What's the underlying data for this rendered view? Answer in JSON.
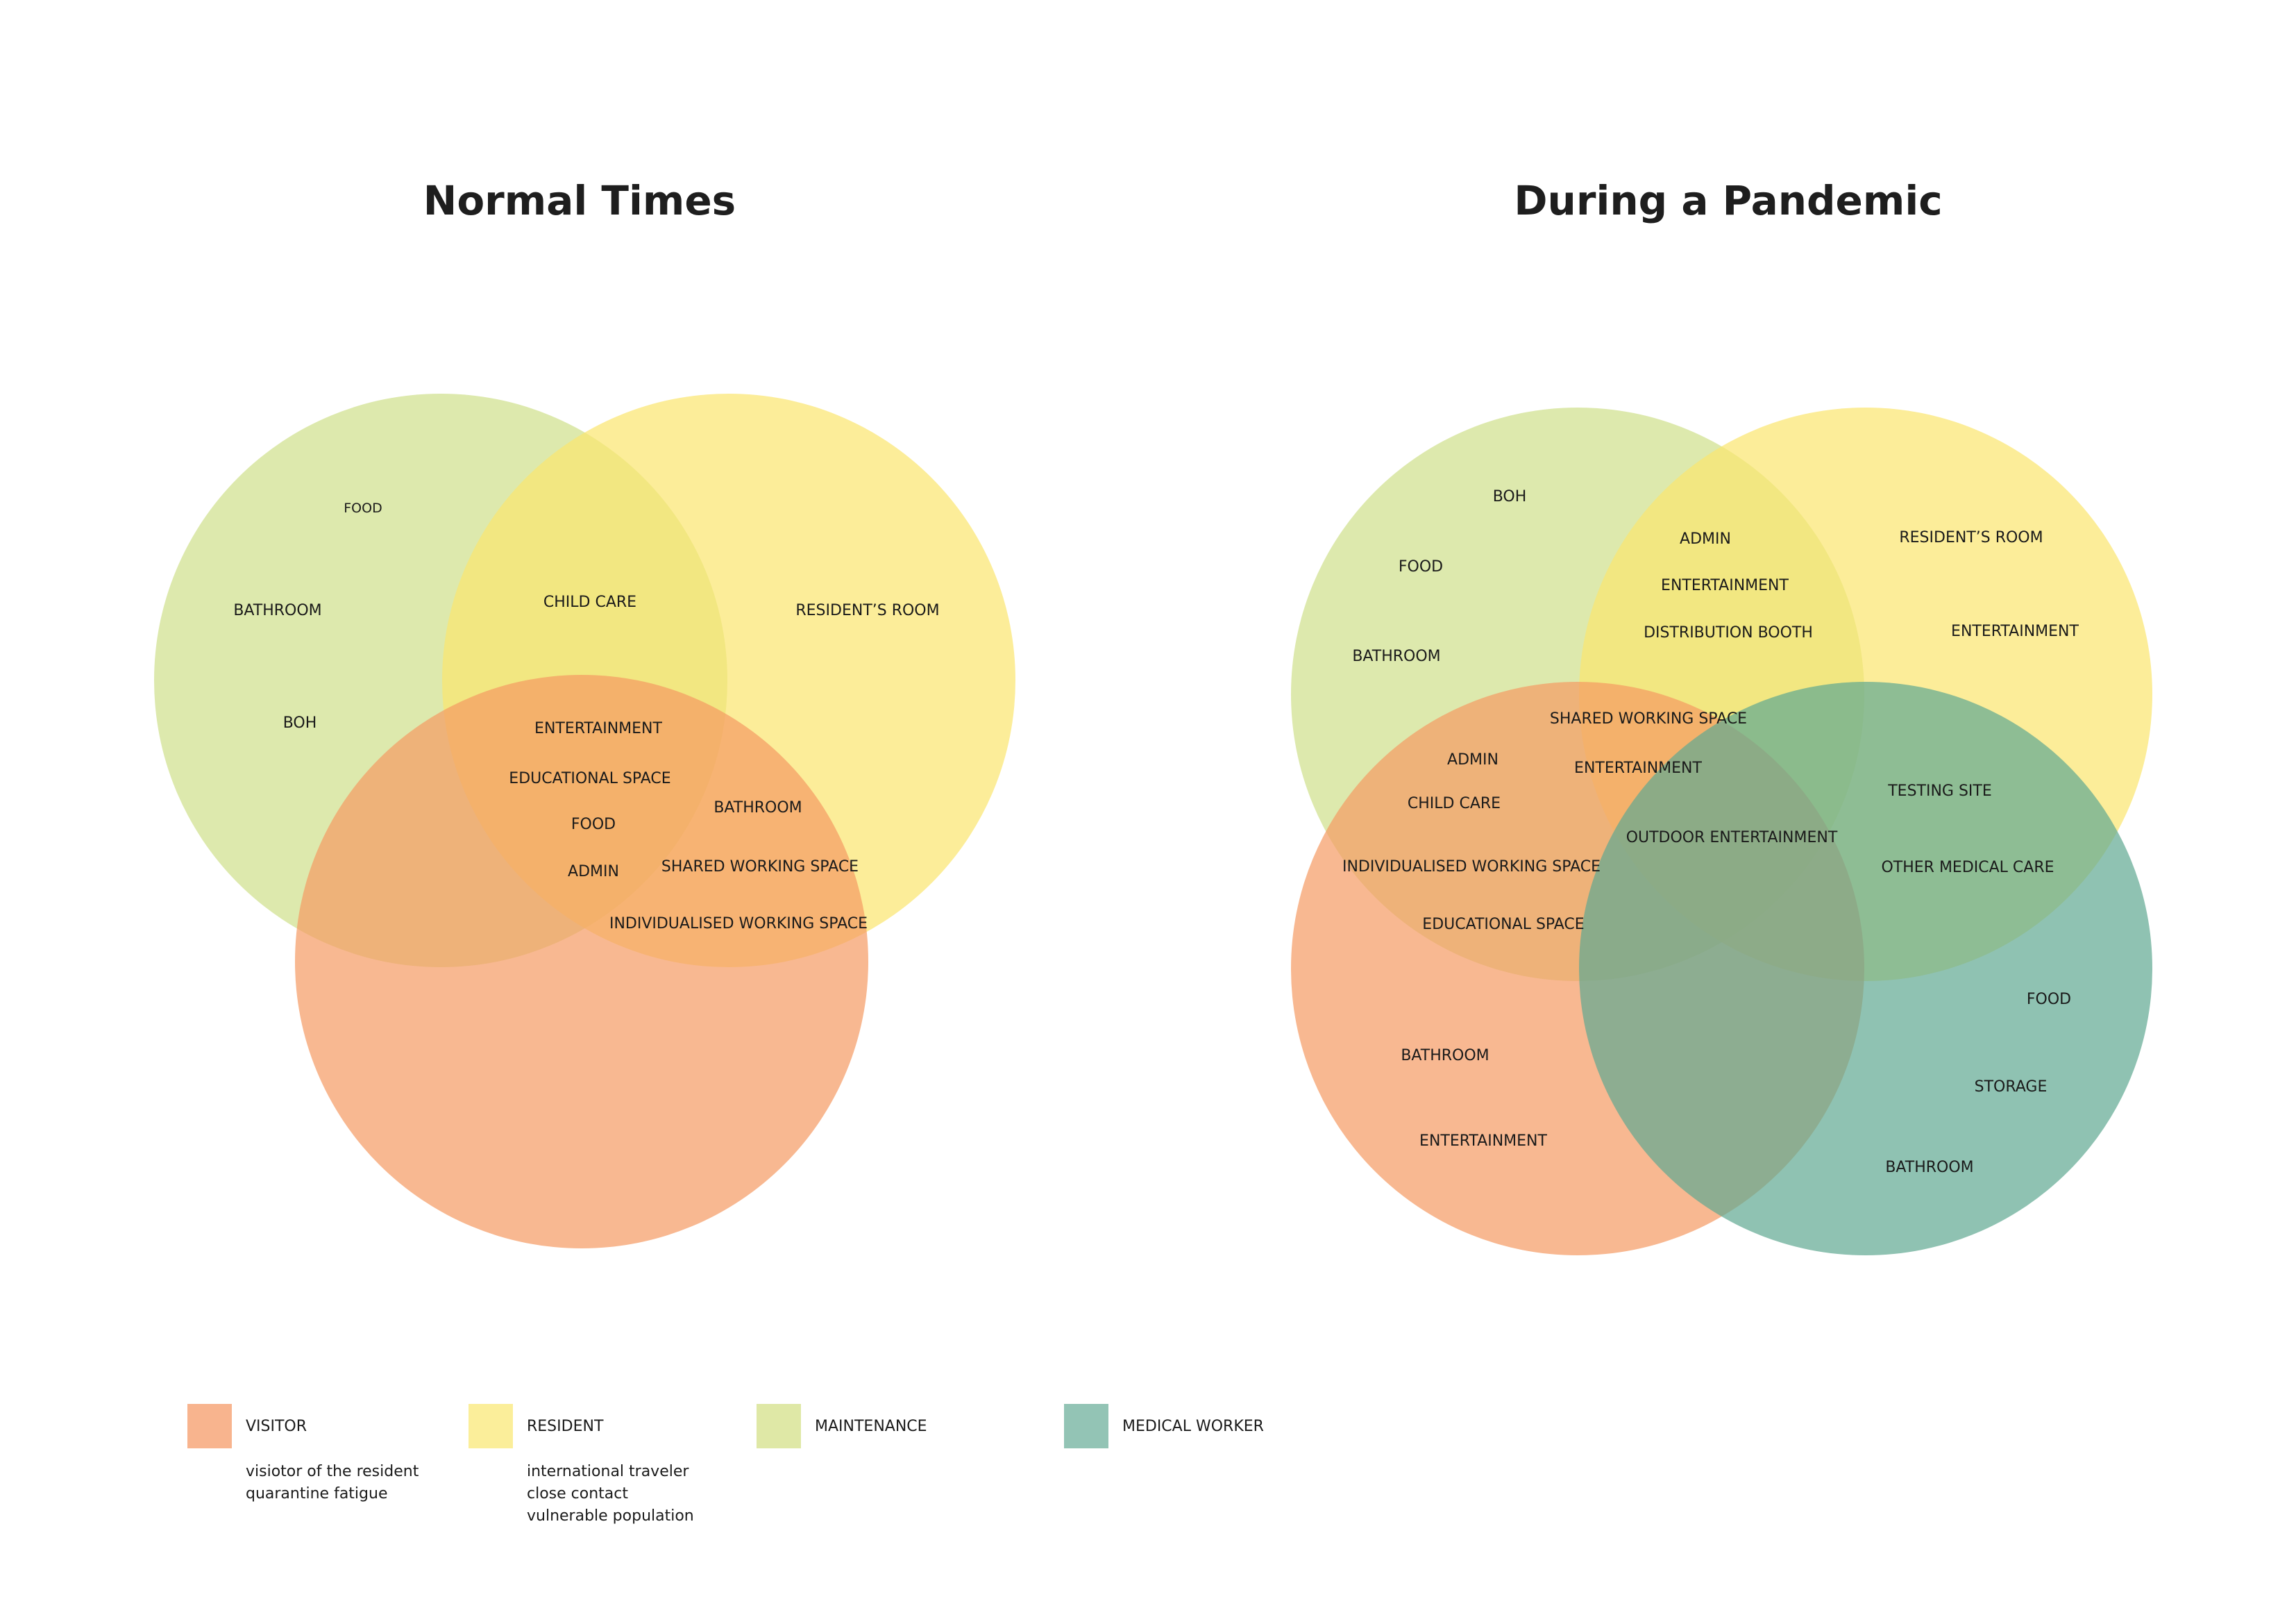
{
  "diagrams": [
    {
      "title": "Normal Times",
      "sets": [
        {
          "role": "maintenance",
          "color": "#cfe08a"
        },
        {
          "role": "resident",
          "color": "#fbe56e"
        },
        {
          "role": "visitor",
          "color": "#f59a62"
        }
      ],
      "labels": [
        "FOOD",
        "BATHROOM",
        "BOH",
        "CHILD CARE",
        "RESIDENT’S ROOM",
        "ENTERTAINMENT",
        "EDUCATIONAL SPACE",
        "FOOD",
        "ADMIN",
        "BATHROOM",
        "SHARED WORKING SPACE",
        "INDIVIDUALISED WORKING SPACE"
      ]
    },
    {
      "title": "During a Pandemic",
      "sets": [
        {
          "role": "maintenance",
          "color": "#cfe08a"
        },
        {
          "role": "resident",
          "color": "#fbe56e"
        },
        {
          "role": "visitor",
          "color": "#f59a62"
        },
        {
          "role": "medical worker",
          "color": "#5fa891"
        }
      ],
      "labels": [
        "BOH",
        "FOOD",
        "BATHROOM",
        "ADMIN",
        "ENTERTAINMENT",
        "DISTRIBUTION BOOTH",
        "RESIDENT’S ROOM",
        "ENTERTAINMENT",
        "SHARED WORKING SPACE",
        "ADMIN",
        "ENTERTAINMENT",
        "CHILD CARE",
        "OUTDOOR ENTERTAINMENT",
        "TESTING SITE",
        "INDIVIDUALISED WORKING SPACE",
        "OTHER MEDICAL CARE",
        "EDUCATIONAL SPACE",
        "FOOD",
        "BATHROOM",
        "STORAGE",
        "ENTERTAINMENT",
        "BATHROOM"
      ]
    }
  ],
  "legend": [
    {
      "label": "VISITOR",
      "color": "#f8b48e",
      "notes": [
        "visiotor of the resident",
        "quarantine fatigue"
      ]
    },
    {
      "label": "RESIDENT",
      "color": "#fbee9a",
      "notes": [
        "international traveler",
        "close contact",
        "vulnerable population"
      ]
    },
    {
      "label": "MAINTENANCE",
      "color": "#dfe8a6",
      "notes": []
    },
    {
      "label": "MEDICAL WORKER",
      "color": "#93c4b5",
      "notes": []
    }
  ]
}
